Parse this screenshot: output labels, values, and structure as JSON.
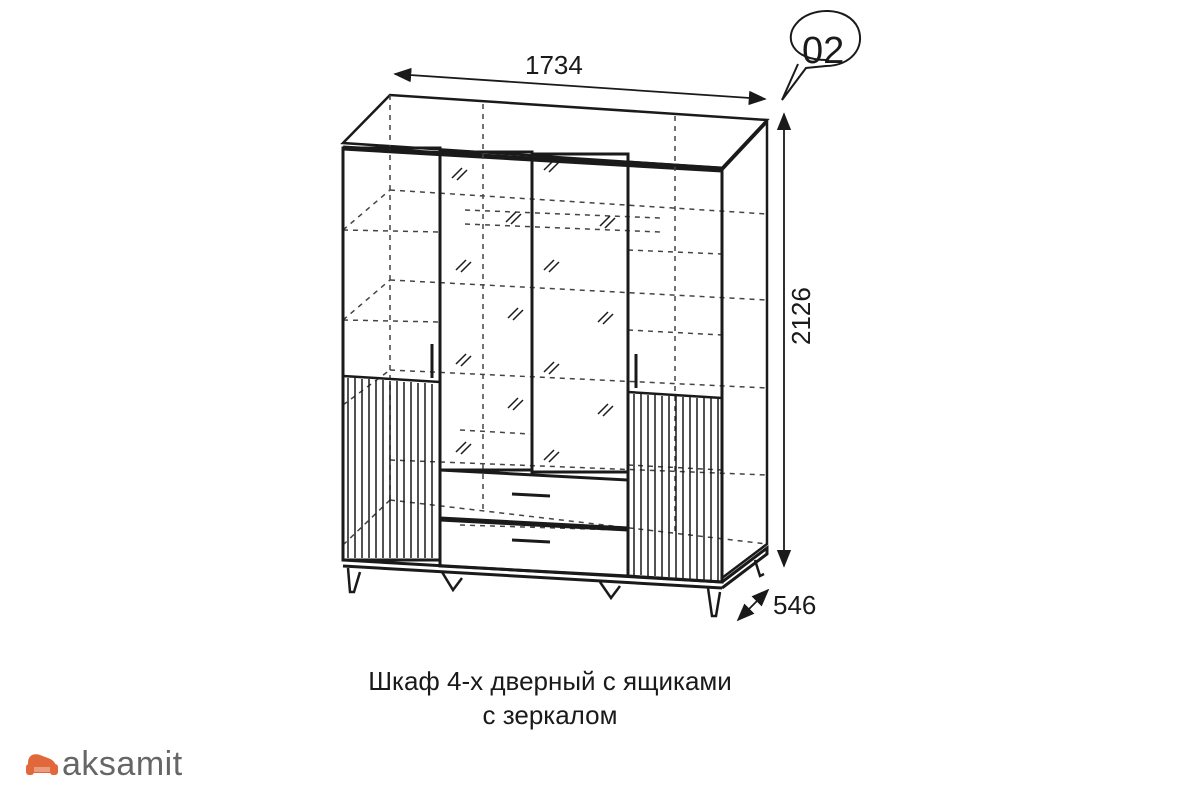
{
  "drawing": {
    "item_code": "02",
    "dimensions": {
      "width": "1734",
      "height": "2126",
      "depth": "546"
    },
    "caption": {
      "line1": "Шкаф 4-х дверный с ящиками",
      "line2": "с зеркалом"
    }
  },
  "brand": {
    "name": "aksamit",
    "logo_color": "#e0683a",
    "text_color": "#666666"
  },
  "colors": {
    "line": "#1a1a1a",
    "hidden_line": "#444444"
  }
}
